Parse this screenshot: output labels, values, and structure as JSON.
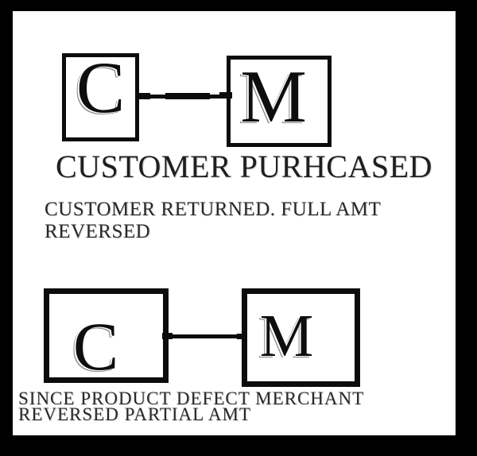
{
  "palette": {
    "frame": "#000000",
    "paper": "#ffffff",
    "ink": "#0c0c0c",
    "label_text": "#282828"
  },
  "scene1": {
    "customer_initial": "C",
    "merchant_initial": "M",
    "caption": "CUSTOMER PURHCASED",
    "note_line1": "CUSTOMER RETURNED. FULL AMT",
    "note_line2": "REVERSED"
  },
  "scene2": {
    "customer_initial": "C",
    "merchant_initial": "M",
    "note_line1": "SINCE PRODUCT DEFECT MERCHANT",
    "note_line2": "REVERSED PARTIAL AMT"
  }
}
